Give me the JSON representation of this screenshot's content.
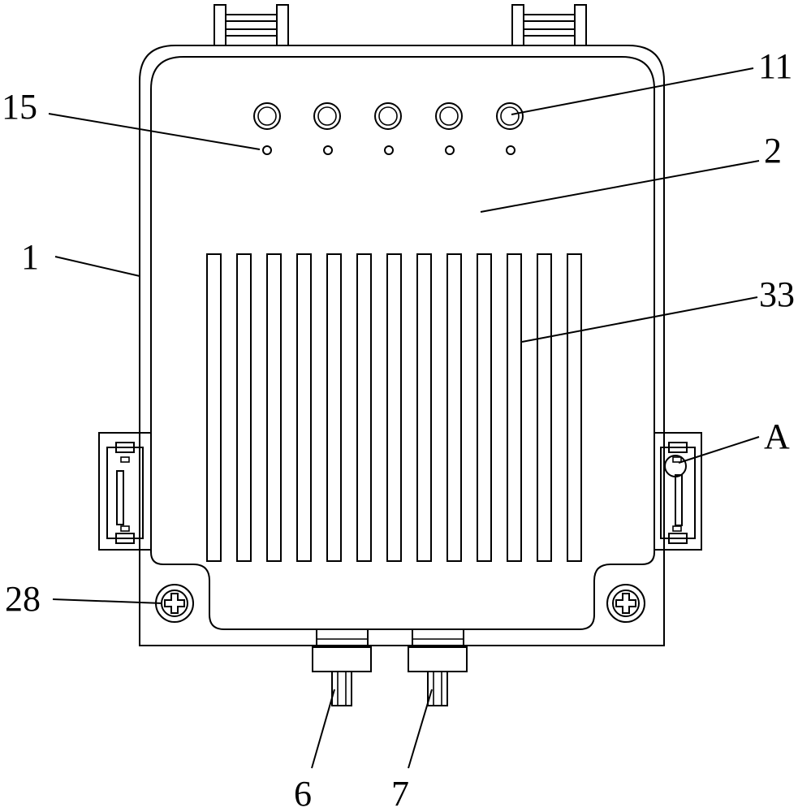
{
  "labels": {
    "l15": "15",
    "l11": "11",
    "l2": "2",
    "l1": "1",
    "l33": "33",
    "lA": "A",
    "l28": "28",
    "l6": "6",
    "l7": "7"
  }
}
